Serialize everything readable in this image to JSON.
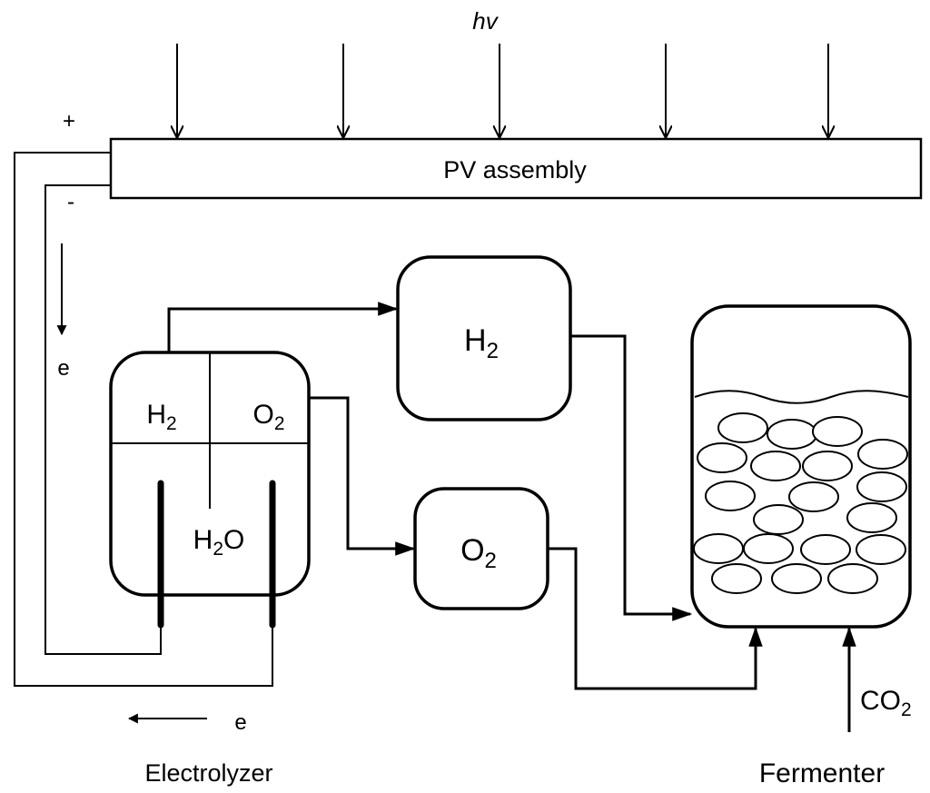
{
  "light": {
    "label": "hv"
  },
  "pv": {
    "label": "PV assembly",
    "plus": "+",
    "minus": "-"
  },
  "electron": {
    "left_label": "e",
    "bottom_label": "e"
  },
  "electrolyzer": {
    "h2": "H",
    "h2_sub": "2",
    "o2": "O",
    "o2_sub": "2",
    "water": "H",
    "water_sub": "2",
    "water_tail": "O",
    "caption": "Electrolyzer"
  },
  "h2_tank": {
    "label": "H",
    "sub": "2"
  },
  "o2_tank": {
    "label": "O",
    "sub": "2"
  },
  "fermenter": {
    "caption": "Fermenter"
  },
  "co2": {
    "label": "CO",
    "sub": "2"
  },
  "colors": {
    "line": "#000000",
    "background": "#ffffff"
  }
}
